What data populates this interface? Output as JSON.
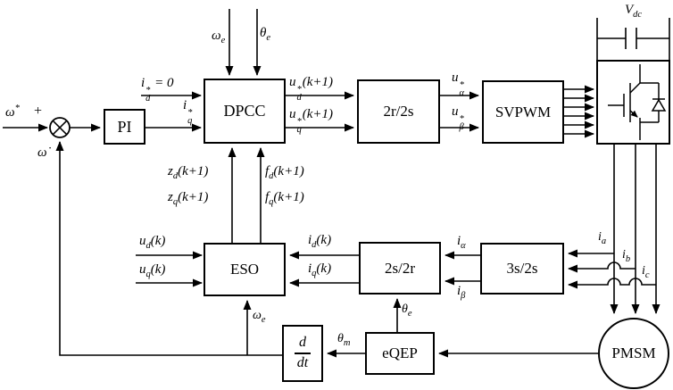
{
  "diagram": {
    "blocks": {
      "pi": "PI",
      "dpcc": "DPCC",
      "r2s2": "2r/2s",
      "svpwm": "SVPWM",
      "eso": "ESO",
      "s2r2": "2s/2r",
      "s3s2": "3s/2s",
      "eqep": "eQEP",
      "pmsm": "PMSM",
      "ddt_num": "d",
      "ddt_den": "dt"
    },
    "signals": {
      "omega_ref": {
        "b": "ω",
        "sup": "*"
      },
      "plus": {
        "b": "+"
      },
      "omega_fb": {
        "b": "ω̇"
      },
      "id_ref": {
        "b": "i",
        "sup": "*",
        "sub": "d",
        "r": " = 0"
      },
      "iq_ref": {
        "b": "i",
        "sup": "*",
        "sub": "q"
      },
      "omega_e_top": {
        "b": "ω",
        "sub": "e"
      },
      "theta_e_top": {
        "b": "θ",
        "sub": "e"
      },
      "ud_k1": {
        "b": "u",
        "sup": "*",
        "sub": "d",
        "r": "(k+1)"
      },
      "uq_k1": {
        "b": "u",
        "sup": "*",
        "sub": "q",
        "r": "(k+1)"
      },
      "ualpha_ref": {
        "b": "u",
        "sup": "*",
        "sub": "α"
      },
      "ubeta_ref": {
        "b": "u",
        "sup": "*",
        "sub": "β"
      },
      "vdc": {
        "b": "V",
        "sub": "dc"
      },
      "zd_k1": {
        "b": "z",
        "sub": "d",
        "r": "(k+1)"
      },
      "zq_k1": {
        "b": "z",
        "sub": "q",
        "r": "(k+1)"
      },
      "fd_k1": {
        "b": "f",
        "sub": "d",
        "r": "(k+1)"
      },
      "fq_k1": {
        "b": "f",
        "sub": "q",
        "r": "(k+1)"
      },
      "ud_k": {
        "b": "u",
        "sub": "d",
        "r": "(k)"
      },
      "uq_k": {
        "b": "u",
        "sub": "q",
        "r": "(k)"
      },
      "id_k": {
        "b": "i",
        "sub": "d",
        "r": "(k)"
      },
      "iq_k": {
        "b": "i",
        "sub": "q",
        "r": "(k)"
      },
      "ialpha": {
        "b": "i",
        "sub": "α"
      },
      "ibeta": {
        "b": "i",
        "sub": "β"
      },
      "ia": {
        "b": "i",
        "sub": "a"
      },
      "ib": {
        "b": "i",
        "sub": "b"
      },
      "ic": {
        "b": "i",
        "sub": "c"
      },
      "omega_e_bot": {
        "b": "ω",
        "sub": "e"
      },
      "theta_e_fb": {
        "b": "θ",
        "sub": "e"
      },
      "theta_m": {
        "b": "θ",
        "sub": "m"
      }
    }
  }
}
